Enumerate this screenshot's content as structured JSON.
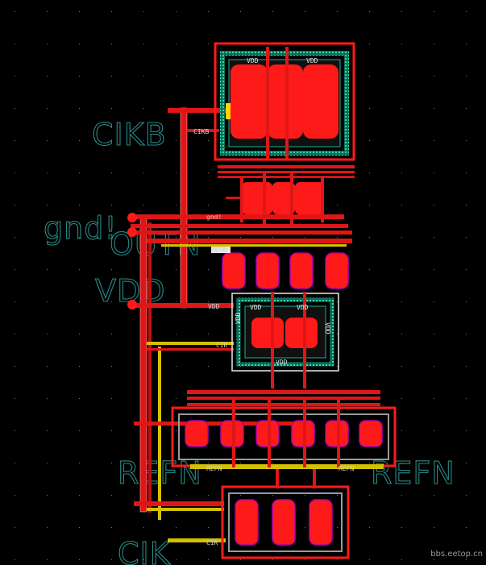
{
  "big_labels": {
    "cikb": "CIKB",
    "gnd": "gnd!",
    "outn": "OUTN",
    "vdd": "VDD",
    "refn_left": "REFN",
    "refn_right": "REFN",
    "cik": "CIK"
  },
  "pin_labels": {
    "cikb": "CIKB",
    "gnd": "gnd!",
    "outn": "OUTN",
    "vdd": "VDD",
    "cik_mid": "CIK",
    "cik_bottom": "CIK",
    "refn_left": "REFN",
    "refn_right": "REFN"
  },
  "guard_ring_labels": {
    "top_a": "VDD",
    "top_b": "VDD",
    "mid_top_a": "VDD",
    "mid_top_b": "VDD",
    "mid_left": "VDD",
    "mid_right": "VDD",
    "mid_bottom": "VDD"
  },
  "watermark": "bbs.eetop.cn",
  "colors": {
    "background": "#000000",
    "metal": "#ff1a1a",
    "poly": "#ffd400",
    "via": "#b000b0",
    "guard_ring": "#18d0a8",
    "text": "#2a8a8a"
  }
}
